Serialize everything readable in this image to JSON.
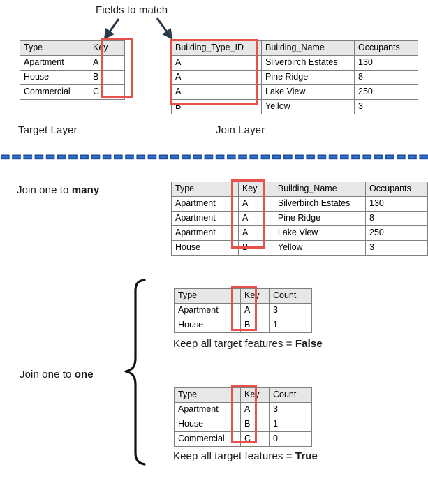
{
  "annotations": {
    "fields_to_match": "Fields to match",
    "target_layer": "Target Layer",
    "join_layer": "Join Layer",
    "join_one_to_many_prefix": "Join one to ",
    "join_one_to_many_emphasis": "many",
    "join_one_to_one_prefix": "Join one to ",
    "join_one_to_one_emphasis": "one",
    "keep_all_prefix": "Keep all target features = ",
    "keep_all_false": "False",
    "keep_all_true": "True"
  },
  "colors": {
    "highlight_red": "#e8524a",
    "table_border": "#7f7f7f",
    "header_fill": "#e7e7e7",
    "divider_blue": "#2e6fd0",
    "divider_blue_dark": "#1f4f9c",
    "arrow_navy": "#2b3a4a",
    "brace_black": "#111111"
  },
  "icons": {
    "arrow_left": "down-left-arrow-icon",
    "arrow_right": "down-right-arrow-icon",
    "brace": "curly-brace-icon",
    "divider": "dashed-divider-icon"
  },
  "tables": {
    "target_layer": {
      "name": "Target Layer",
      "columns": [
        "Type",
        "Key"
      ],
      "rows": [
        [
          "Apartment",
          "A"
        ],
        [
          "House",
          "B"
        ],
        [
          "Commercial",
          "C"
        ]
      ],
      "highlighted_column": "Key"
    },
    "join_layer": {
      "name": "Join Layer",
      "columns": [
        "Building_Type_ID",
        "Building_Name",
        "Occupants"
      ],
      "rows": [
        [
          "A",
          "Silverbirch Estates",
          "130"
        ],
        [
          "A",
          "Pine Ridge",
          "8"
        ],
        [
          "A",
          "Lake View",
          "250"
        ],
        [
          "B",
          "Yellow",
          "3"
        ]
      ],
      "highlighted_column": "Building_Type_ID"
    },
    "one_to_many_result": {
      "columns": [
        "Type",
        "Key",
        "Building_Name",
        "Occupants"
      ],
      "rows": [
        [
          "Apartment",
          "A",
          "Silverbirch Estates",
          "130"
        ],
        [
          "Apartment",
          "A",
          "Pine Ridge",
          "8"
        ],
        [
          "Apartment",
          "A",
          "Lake View",
          "250"
        ],
        [
          "House",
          "B",
          "Yellow",
          "3"
        ]
      ],
      "highlighted_column": "Key"
    },
    "one_to_one_false": {
      "columns": [
        "Type",
        "Key",
        "Count"
      ],
      "rows": [
        [
          "Apartment",
          "A",
          "3"
        ],
        [
          "House",
          "B",
          "1"
        ]
      ],
      "highlighted_column": "Key"
    },
    "one_to_one_true": {
      "columns": [
        "Type",
        "Key",
        "Count"
      ],
      "rows": [
        [
          "Apartment",
          "A",
          "3"
        ],
        [
          "House",
          "B",
          "1"
        ],
        [
          "Commercial",
          "C",
          "0"
        ]
      ],
      "highlighted_column": "Key"
    }
  }
}
